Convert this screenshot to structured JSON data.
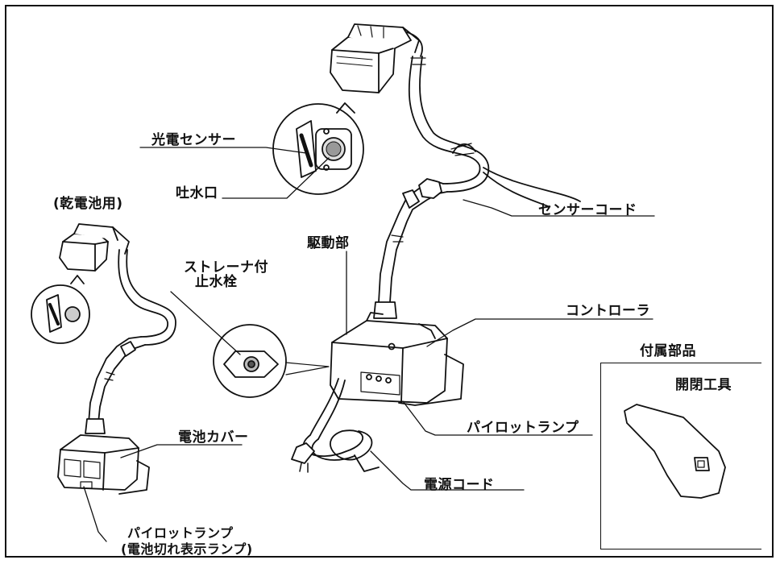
{
  "labels": {
    "photo_sensor": "光電センサー",
    "spout": "吐水口",
    "dry_battery": "(乾電池用)",
    "sensor_cord": "センサーコード",
    "drive_unit": "駆動部",
    "strainer_valve_line1": "ストレーナ付",
    "strainer_valve_line2": "止水栓",
    "controller": "コントローラ",
    "accessories": "付属部品",
    "open_close_tool": "開閉工具",
    "battery_cover": "電池カバー",
    "pilot_lamp": "パイロットランプ",
    "power_cord": "電源コード",
    "pilot_lamp_left_line1": "パイロットランプ",
    "pilot_lamp_left_line2": "(電池切れ表示ランプ)"
  }
}
